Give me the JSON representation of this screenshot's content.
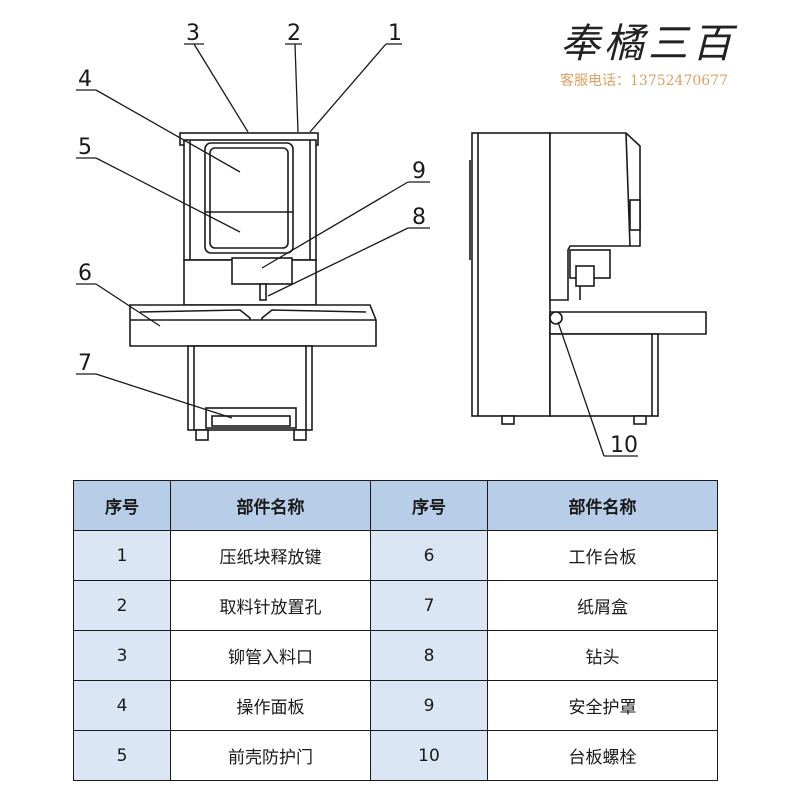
{
  "brand": {
    "title": "奉橘三百",
    "tel": "客服电话：13752470677"
  },
  "callouts": [
    "1",
    "2",
    "3",
    "4",
    "5",
    "6",
    "7",
    "8",
    "9",
    "10"
  ],
  "table": {
    "headers": [
      "序号",
      "部件名称",
      "序号",
      "部件名称"
    ],
    "rows": [
      [
        "1",
        "压纸块释放键",
        "6",
        "工作台板"
      ],
      [
        "2",
        "取料针放置孔",
        "7",
        "纸屑盒"
      ],
      [
        "3",
        "铆管入料口",
        "8",
        "钻头"
      ],
      [
        "4",
        "操作面板",
        "9",
        "安全护罩"
      ],
      [
        "5",
        "前壳防护门",
        "10",
        "台板螺栓"
      ]
    ],
    "colors": {
      "header_bg": "#b8cde8",
      "index_bg": "#dbe6f4",
      "border": "#1a1a1a"
    }
  }
}
